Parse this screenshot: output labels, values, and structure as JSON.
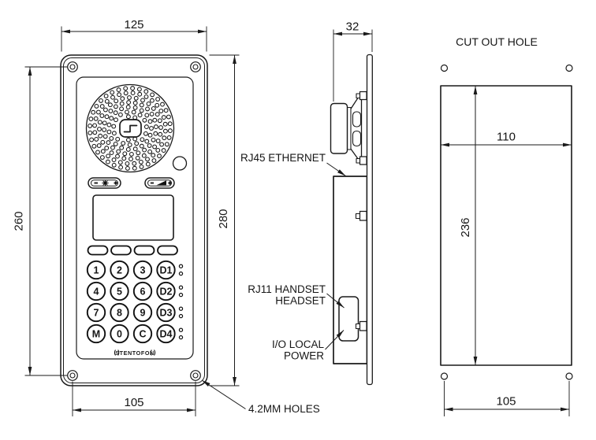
{
  "drawing": {
    "front": {
      "dim_width": "125",
      "dim_height_left": "260",
      "dim_height_right": "280",
      "dim_hole_spacing": "105",
      "holes_note": "4.2MM HOLES",
      "brand": "STENTOFON",
      "softkeys": 4,
      "keypad_rows": [
        [
          "1",
          "2",
          "3",
          "D1"
        ],
        [
          "4",
          "5",
          "6",
          "D2"
        ],
        [
          "7",
          "8",
          "9",
          "D3"
        ],
        [
          "M",
          "0",
          "C",
          "D4"
        ]
      ],
      "icons": {
        "speaker_grille": "speaker-hole-pattern",
        "logo_mark": "stentofon-step-mark",
        "brightness_rocker": "minus-sun-plus",
        "volume_rocker": "minus-wedge-plus"
      }
    },
    "side": {
      "dim_depth": "32",
      "labels": {
        "ethernet": "RJ45 ETHERNET",
        "handset_line1": "RJ11 HANDSET",
        "handset_line2": "HEADSET",
        "power_line1": "I/O LOCAL",
        "power_line2": "POWER"
      }
    },
    "cutout": {
      "title": "CUT OUT HOLE",
      "dim_width": "110",
      "dim_height": "236",
      "dim_hole_spacing": "105"
    },
    "colors": {
      "line": "#1a1a1a",
      "background": "#ffffff"
    }
  }
}
